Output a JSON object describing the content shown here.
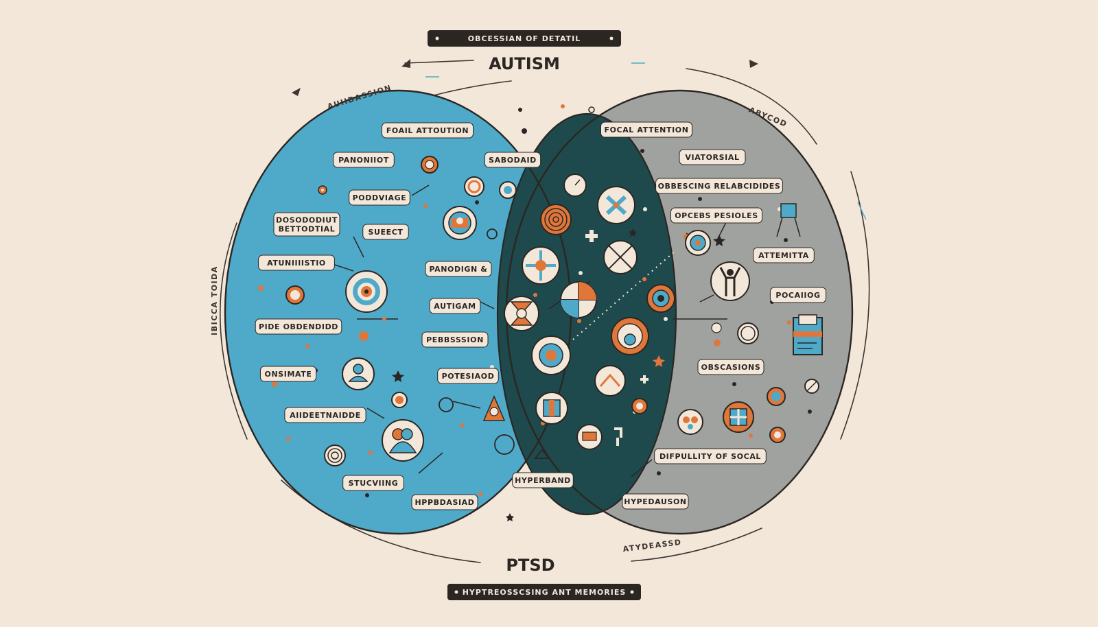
{
  "top_banner": "OBCESSIAN OF DETATIL",
  "title_top": "AUTISM",
  "title_bottom": "PTSD",
  "bottom_banner": "HYPTREOSSCSING ANT MEMORIES",
  "side_labels": {
    "top_left": "AUIIDASSION",
    "top_right": "ABYCOD",
    "left": "IBICCA TOIDA",
    "bottom_right": "ATYDEASSD"
  },
  "left_labels": [
    "FOAIL ATTOUTION",
    "PANONIIOT",
    "PODDVIAGE",
    "DOSODODIUT BETTODTIAL",
    "SUEECT",
    "ATUNIIIISTIO",
    "PIDE OBDENDIDD",
    "ONSIMATE",
    "AIIDEETNAIDDE",
    "STUCVIING",
    "HPPBDASIAD"
  ],
  "middle_labels": [
    "SABODAID",
    "PANODIGN &",
    "AUTIGAM",
    "PEBBSSSION",
    "POTESIAOD",
    "HYPERBAND"
  ],
  "right_labels": [
    "FOCAL ATTENTION",
    "VIATORSIAL",
    "OBBESCING RELABCIDIDES",
    "OPCEBS PESIOLES",
    "ATTEMITTA",
    "POCAIIOG",
    "OBSCASIONS",
    "DIFPULLITY OF SOCAL",
    "HYPEDAUSON"
  ],
  "colors": {
    "background": "#f3e7da",
    "left_circle": "#4fa9c9",
    "right_circle": "#9fa29f",
    "overlap": "#1f4a4d",
    "accent": "#e0773a",
    "ink": "#2b2622"
  }
}
